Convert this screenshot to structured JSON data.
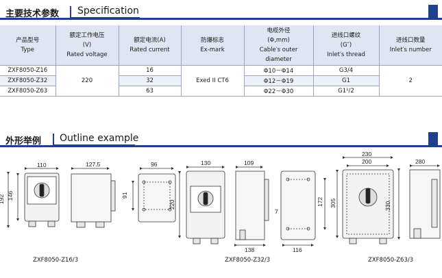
{
  "spec_section": {
    "cn_title": "主要技术参数",
    "en_title": "Specification"
  },
  "table": {
    "headers": [
      {
        "cn": "产品型号",
        "en": "Type"
      },
      {
        "cn": "额定工作电压",
        "unit": "(V)",
        "en": "Rated voltage"
      },
      {
        "cn": "额定电流(A)",
        "en": "Rated current"
      },
      {
        "cn": "防爆标志",
        "en": "Ex-mark"
      },
      {
        "cn": "电缆外径",
        "unit": "(Φ,mm)",
        "en": "Cable′s outer diameter"
      },
      {
        "cn": "进线口螺纹",
        "unit": "(G″)",
        "en": "Inlet′s thread"
      },
      {
        "cn": "进线口数量",
        "en": "Inlet′s number"
      }
    ],
    "rows": [
      {
        "type": "ZXF8050-Z16",
        "current": "16",
        "cable": "Φ10－Φ14",
        "thread": "G3/4"
      },
      {
        "type": "ZXF8050-Z32",
        "current": "32",
        "cable": "Φ12－Φ19",
        "thread": "G1"
      },
      {
        "type": "ZXF8050-Z63",
        "current": "63",
        "cable": "Φ22－Φ30",
        "thread": "G1¹/2"
      }
    ],
    "voltage": "220",
    "ex_mark": "Exed II CT6",
    "inlet_number": "2"
  },
  "outline_section": {
    "cn_title": "外形举例",
    "en_title": "Outline example"
  },
  "dimensions": {
    "z16_front_width": "110",
    "z16_front_height": "146",
    "z16_front_total": "192",
    "z16_side_depth": "127.5",
    "z16_back_width": "96",
    "z16_back_height": "91",
    "z32_front_width": "130",
    "z32_front_height": "220",
    "z32_side_depth": "109",
    "z32_side_bottom": "138",
    "z32_back_height": "172",
    "z32_back_bottom": "116",
    "z32_back_small": "7",
    "z63_front_width_outer": "230",
    "z63_front_width_inner": "200",
    "z63_front_height_left": "305",
    "z63_front_height_right": "330",
    "z63_side_depth": "280"
  },
  "models": [
    "ZXF8050-Z16/3",
    "ZXF8050-Z32/3",
    "ZXF8050-Z63/3"
  ]
}
